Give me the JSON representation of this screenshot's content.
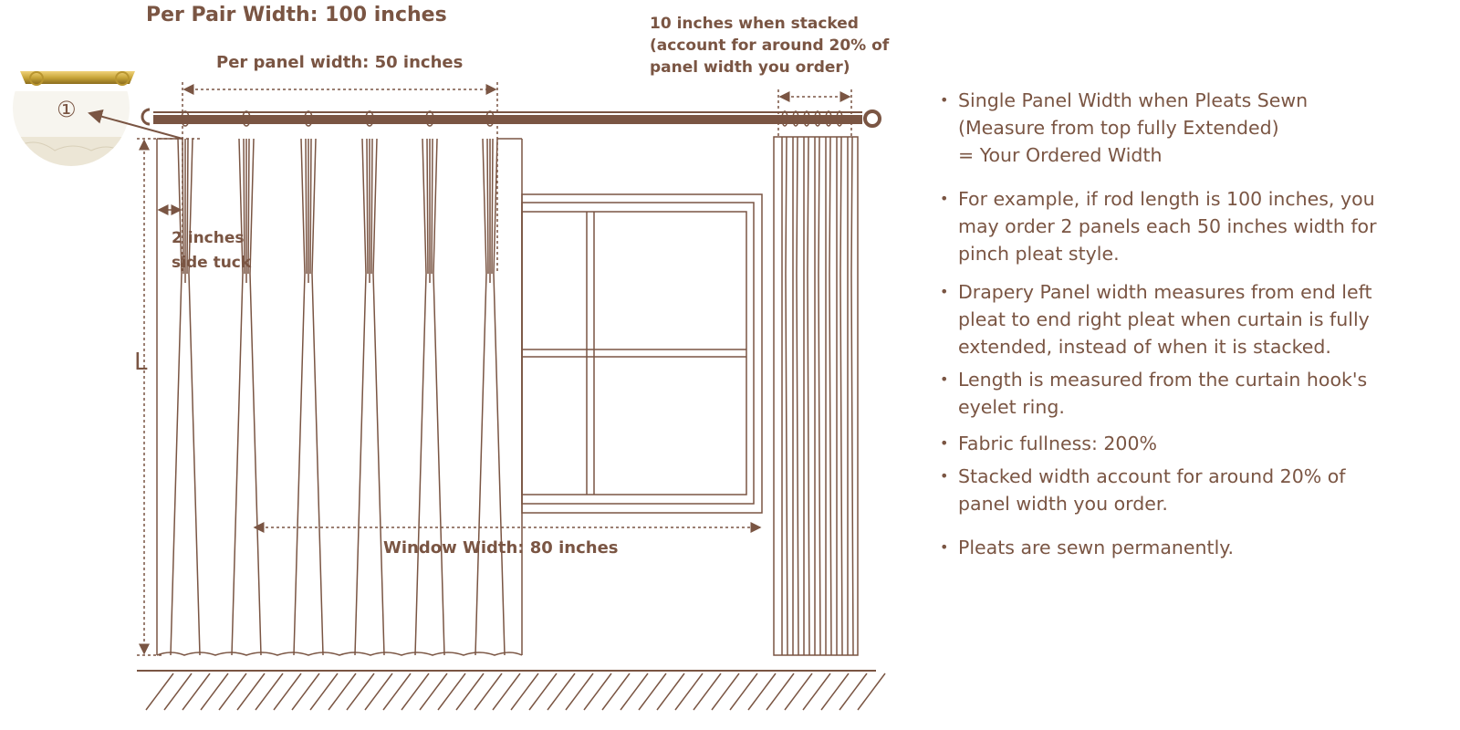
{
  "labels": {
    "pair_width": "Per Pair Width: 100 inches",
    "panel_width": "Per panel width: 50 inches",
    "stacked": [
      "10 inches when stacked",
      "(account for around 20% of",
      "panel width you order)"
    ],
    "side_tuck": [
      "2 inches",
      "side tuck"
    ],
    "window_width": "Window Width: 80 inches",
    "length": "L",
    "marker": "①"
  },
  "notes": [
    [
      "Single Panel Width when Pleats Sewn",
      "(Measure from top fully Extended)",
      "= Your Ordered Width"
    ],
    [
      "For example, if rod length is 100 inches, you",
      "may order 2 panels each 50 inches width for",
      "pinch pleat style."
    ],
    [
      "Drapery Panel width measures from end left",
      "pleat to end right pleat when curtain is fully",
      "extended, instead of when it is stacked."
    ],
    [
      "Length is measured from the curtain hook's",
      "eyelet ring."
    ],
    [
      "Fabric fullness: 200%"
    ],
    [
      "Stacked width account for around 20% of",
      "panel width you order."
    ],
    [
      "Pleats are sewn permanently."
    ]
  ],
  "colors": {
    "line": "#7a5543",
    "gold": "#c9a63a"
  }
}
